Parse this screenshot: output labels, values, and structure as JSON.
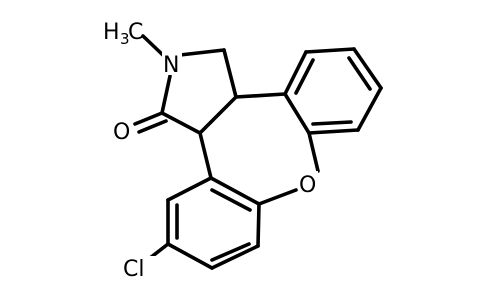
{
  "molecule": {
    "labels": {
      "methyl": "H",
      "methyl_digit": "3",
      "methyl_c": "C",
      "nitrogen": "N",
      "carbonyl_oxygen": "O",
      "ether_oxygen": "O",
      "chlorine": "Cl"
    },
    "colors": {
      "bond": "#000000",
      "background": "#ffffff"
    }
  }
}
